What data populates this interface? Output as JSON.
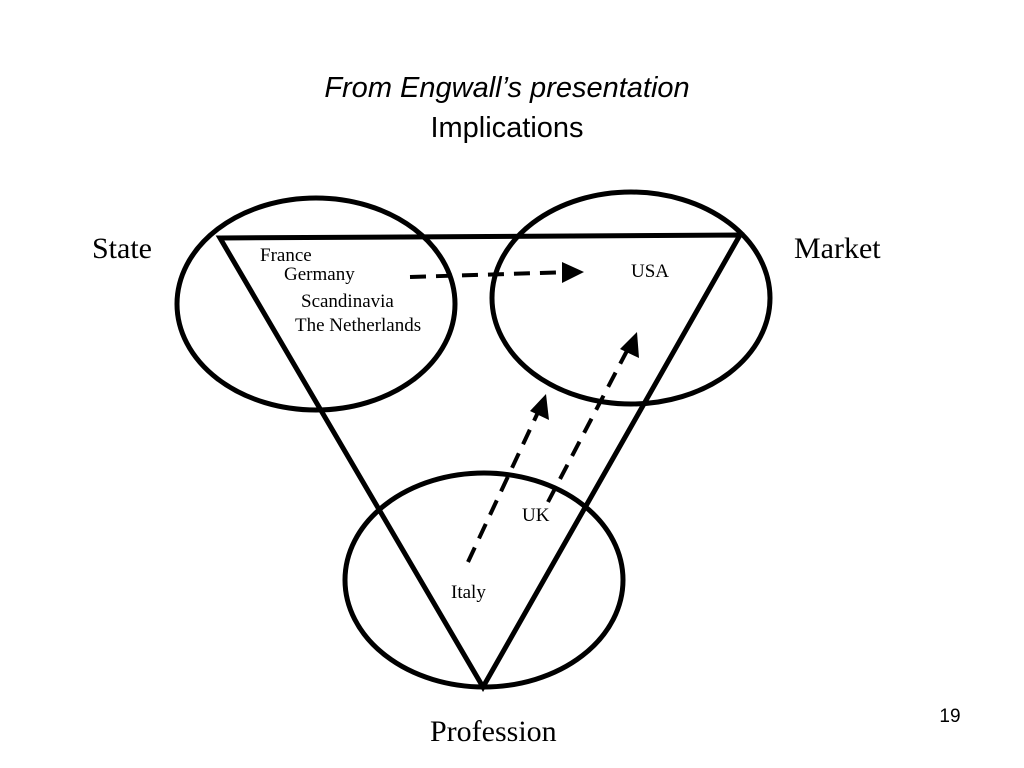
{
  "title": {
    "line1": "From Engwall’s presentation",
    "line2": "Implications"
  },
  "nodes": {
    "state": "State",
    "market": "Market",
    "profession": "Profession"
  },
  "countries": {
    "france": "France",
    "germany": "Germany",
    "scandinavia": "Scandinavia",
    "netherlands": "The Netherlands",
    "usa": "USA",
    "uk": "UK",
    "italy": "Italy"
  },
  "page_number": "19"
}
